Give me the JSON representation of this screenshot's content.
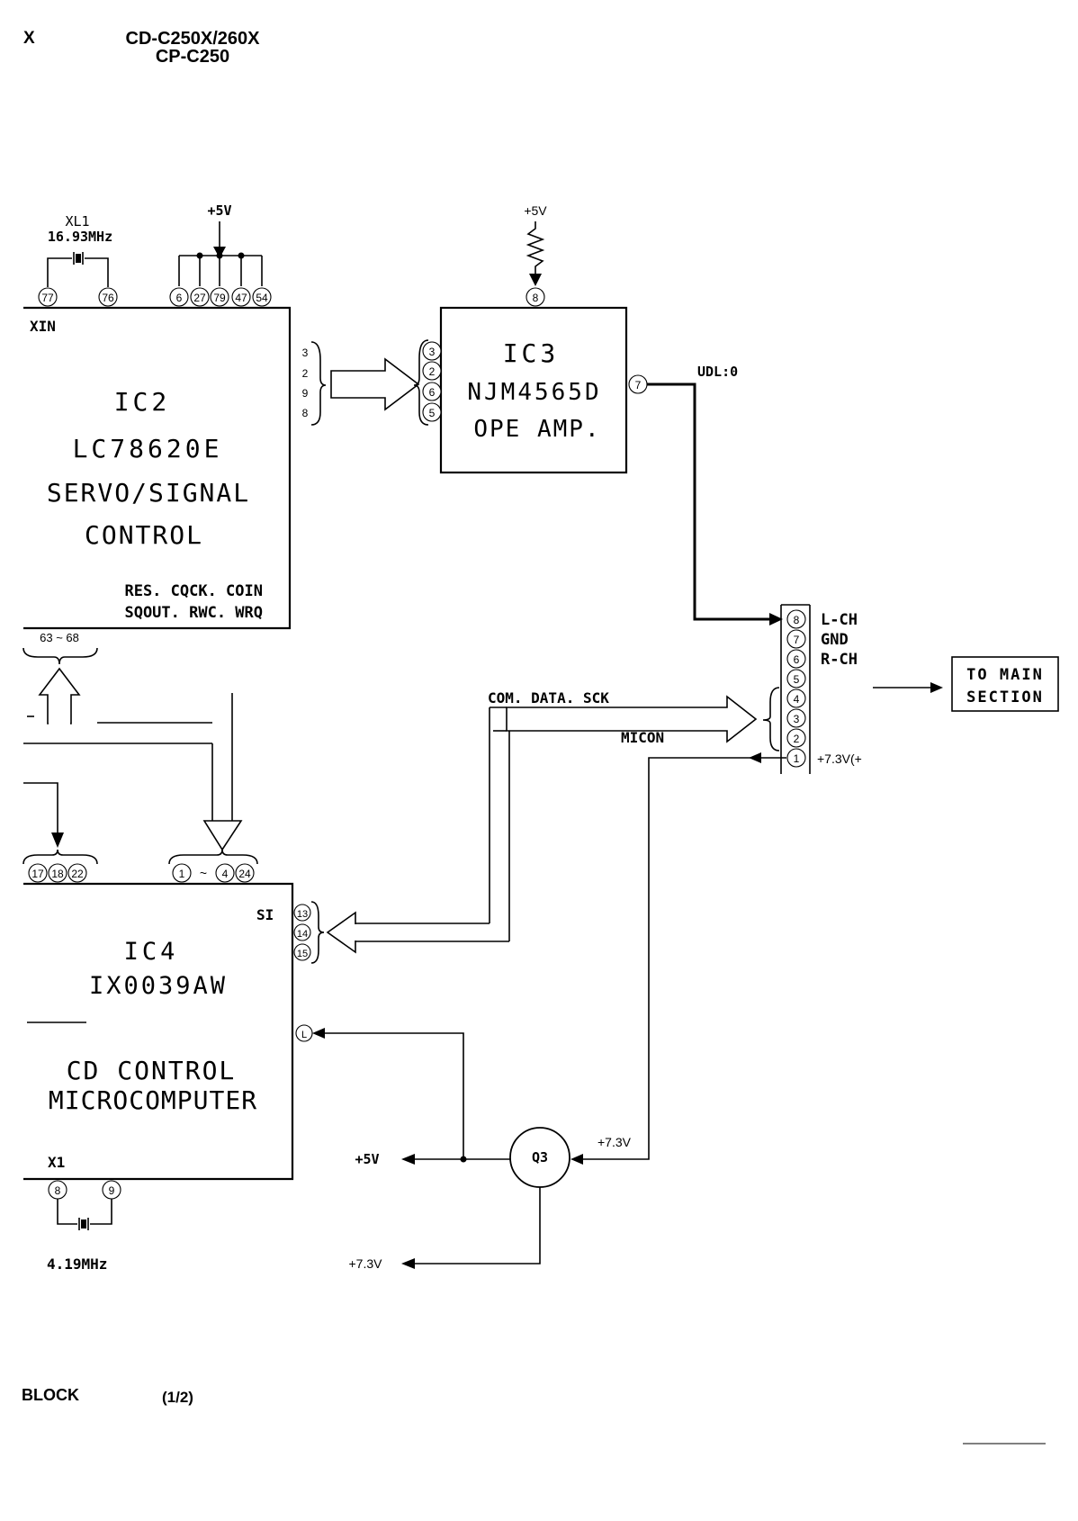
{
  "header": {
    "corner": "X",
    "model_line1": "CD-C250X/260X",
    "model_line2": "CP-C250"
  },
  "footer": {
    "left": "BLOCK",
    "page": "(1/2)"
  },
  "crystal_xl1": {
    "name": "XL1",
    "freq": "16.93MHz"
  },
  "supply_5v_top": "+5V",
  "supply_5v_ic3": "+5V",
  "ic2": {
    "pin_xin": "XIN",
    "name": "IC2",
    "part": "LC78620E",
    "func1": "SERVO/SIGNAL",
    "func2": "CONTROL",
    "sig1": "RES. CQCK. COIN",
    "sig2": "SQOUT. RWC. WRQ",
    "top_pins": [
      "77",
      "76",
      "6",
      "27",
      "79",
      "47",
      "54"
    ],
    "right_pins": [
      "3",
      "2",
      "9",
      "8"
    ],
    "bottom_pins": "63 ~ 68"
  },
  "ic3": {
    "name": "IC3",
    "part": "NJM4565D",
    "func": "OPE AMP.",
    "left_pins": [
      "3",
      "2",
      "6",
      "5"
    ],
    "top_pin": "8",
    "out_pin": "7",
    "out_label": "UDL:0"
  },
  "connector": {
    "pins": [
      "8",
      "7",
      "6",
      "5",
      "4",
      "3",
      "2",
      "1"
    ],
    "labels": {
      "l_ch": "L-CH",
      "gnd": "GND",
      "r_ch": "R-CH",
      "vcc": "+7.3V(+"
    }
  },
  "to_main": {
    "line1": "TO MAIN",
    "line2": "SECTION"
  },
  "bus": {
    "com": "COM. DATA. SCK",
    "micon": "MICON"
  },
  "ic4": {
    "name": "IC4",
    "part": "IX0039AW",
    "func1": "CD CONTROL",
    "func2": "MICROCOMPUTER",
    "si": "SI",
    "top_pins_a": [
      "17",
      "18",
      "22"
    ],
    "top_pins_b": [
      "1",
      "~",
      "4",
      "24"
    ],
    "right_pins": [
      "13",
      "14",
      "15"
    ],
    "pin_l": "L",
    "x1": "X1",
    "xtal_pins": [
      "8",
      "9"
    ],
    "xtal_freq": "4.19MHz"
  },
  "q3": {
    "name": "Q3",
    "in": "+7.3V",
    "out5v": "+5V",
    "out73": "+7.3V"
  }
}
